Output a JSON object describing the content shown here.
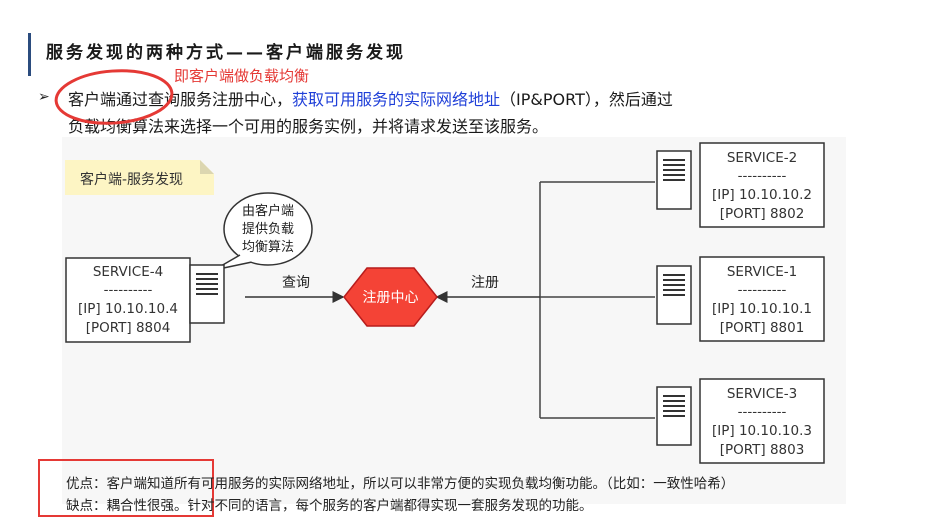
{
  "slide": {
    "title": "服务发现的两种方式——客户端服务发现",
    "annotation": "即客户端做负载均衡",
    "bullet_marker": "➢",
    "bullet_line1_pre": "客户端通过查询服务注册中心，",
    "bullet_line1_highlight": "获取可用服务的实际网络地址",
    "bullet_line1_post": "（IP&PORT），然后通过",
    "bullet_line2": "负载均衡算法来选择一个可用的服务实例，并将请求发送至该服务。"
  },
  "diagram": {
    "sticky_label": "客户端-服务发现",
    "hub_label": "注册中心",
    "query_label": "查询",
    "register_label": "注册",
    "bubble_lines": [
      "由客户端",
      "提供负载",
      "均衡算法"
    ],
    "client": {
      "name": "SERVICE-4",
      "divider": "----------",
      "ip": "[IP] 10.10.10.4",
      "port": "[PORT] 8804"
    },
    "services": [
      {
        "name": "SERVICE-2",
        "divider": "----------",
        "ip": "[IP] 10.10.10.2",
        "port": "[PORT] 8802"
      },
      {
        "name": "SERVICE-1",
        "divider": "----------",
        "ip": "[IP] 10.10.10.1",
        "port": "[PORT] 8801"
      },
      {
        "name": "SERVICE-3",
        "divider": "----------",
        "ip": "[IP] 10.10.10.3",
        "port": "[PORT] 8803"
      }
    ]
  },
  "notes": {
    "pros": "优点：客户端知道所有可用服务的实际网络地址，所以可以非常方便的实现负载均衡功能。（比如：一致性哈希）",
    "cons": "缺点：耦合性很强。针对不同的语言，每个服务的客户端都得实现一套服务发现的功能。"
  },
  "colors": {
    "hub_fill": "#f44336",
    "annotation_red": "#e53935",
    "highlight_blue": "#1f3fd8",
    "sticky_yellow": "#fdf5c4"
  }
}
